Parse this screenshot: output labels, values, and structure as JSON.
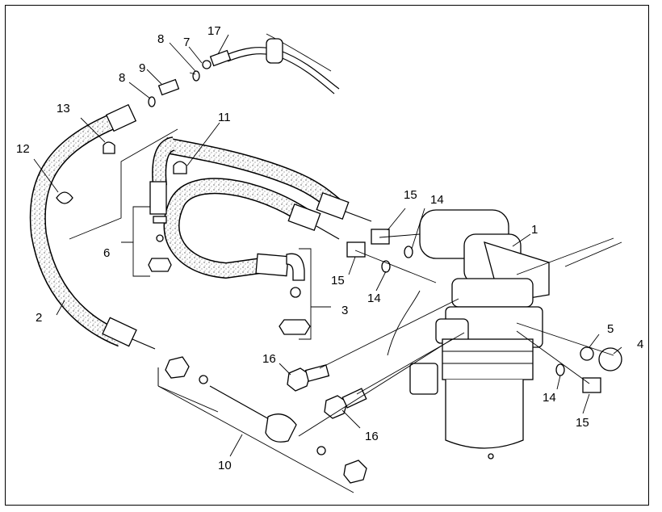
{
  "diagram": {
    "callouts": {
      "c1": "1",
      "c2": "2",
      "c3": "3",
      "c4": "4",
      "c5": "5",
      "c6": "6",
      "c7": "7",
      "c8a": "8",
      "c8b": "8",
      "c9": "9",
      "c10": "10",
      "c11": "11",
      "c12": "12",
      "c13": "13",
      "c14a": "14",
      "c14b": "14",
      "c14c": "14",
      "c15a": "15",
      "c15b": "15",
      "c15c": "15",
      "c16a": "16",
      "c16b": "16",
      "c17": "17"
    },
    "colors": {
      "line": "#000000",
      "hose_fill": "#d9d9d9",
      "background": "#ffffff"
    }
  }
}
